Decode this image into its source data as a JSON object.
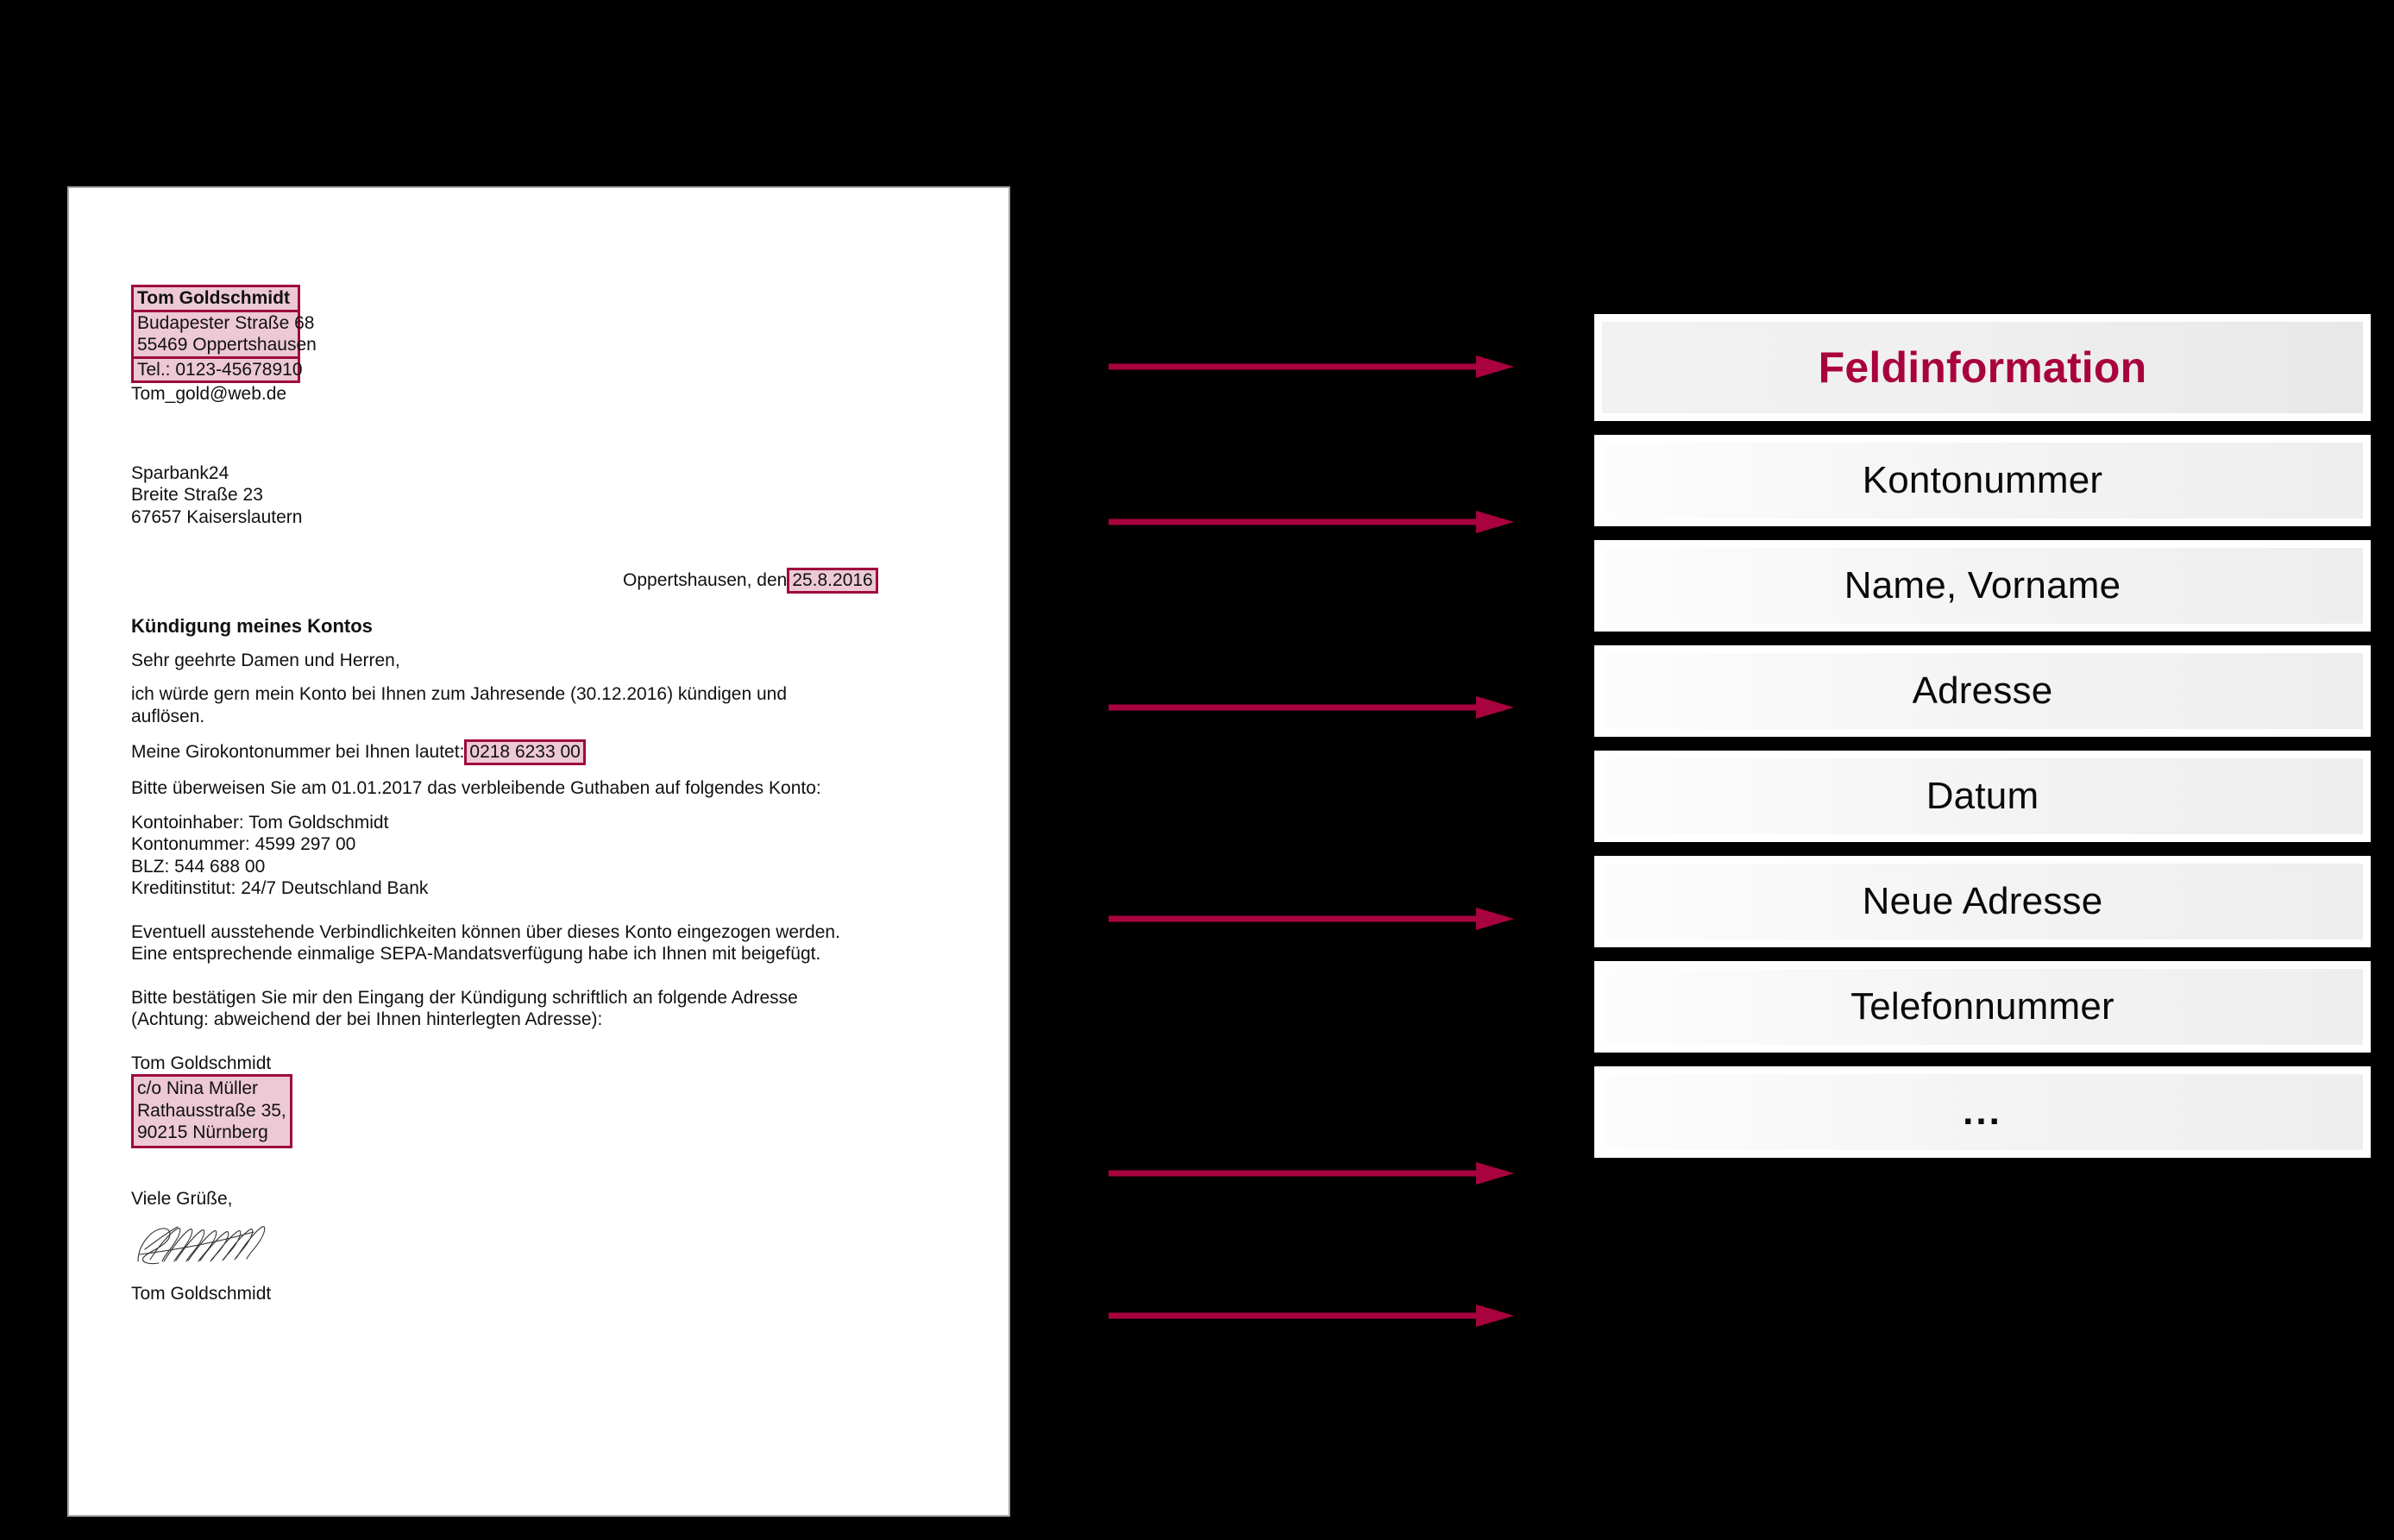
{
  "letter": {
    "sender": {
      "name": "Tom Goldschmidt",
      "street": "Budapester Straße 68",
      "city": "55469 Oppertshausen",
      "phone": "Tel.: 0123-45678910",
      "email": "Tom_gold@web.de"
    },
    "recipient": {
      "line1": "Sparbank24",
      "line2": "Breite Straße 23",
      "line3": "67657 Kaiserslautern"
    },
    "date": {
      "prefix": "Oppertshausen, den",
      "value": "25.8.2016"
    },
    "subject": "Kündigung meines Kontos",
    "salutation": "Sehr geehrte Damen und Herren,",
    "paragraph_1_line_1": "ich würde gern mein Konto bei Ihnen zum Jahresende (30.12.2016) kündigen und",
    "paragraph_1_line_2": "auflösen.",
    "account_line": {
      "prefix": "Meine Girokontonummer bei Ihnen lautet:",
      "value": "0218 6233 00"
    },
    "transfer_line": "Bitte überweisen Sie am 01.01.2017 das verbleibende Guthaben auf folgendes Konto:",
    "bank_details": [
      "Kontoinhaber: Tom Goldschmidt",
      "Kontonummer: 4599 297 00",
      "BLZ: 544 688 00",
      "Kreditinstitut: 24/7 Deutschland Bank"
    ],
    "sepa_line_1": "Eventuell ausstehende Verbindlichkeiten können über dieses Konto eingezogen werden.",
    "sepa_line_2": "Eine entsprechende einmalige SEPA-Mandatsverfügung habe ich Ihnen mit beigefügt.",
    "confirm_line_1": "Bitte bestätigen Sie mir den Eingang der Kündigung schriftlich an folgende Adresse",
    "confirm_line_2": "(Achtung: abweichend der bei Ihnen hinterlegten Adresse):",
    "new_address": {
      "name": "Tom Goldschmidt",
      "co": "c/o Nina Müller",
      "street": "Rathausstraße 35,",
      "city": "90215 Nürnberg"
    },
    "closing": "Viele Grüße,",
    "signature_name": "Tom Goldschmidt"
  },
  "field_panel": {
    "title": "Feldinformation",
    "items": [
      {
        "label": "Kontonummer"
      },
      {
        "label": "Name, Vorname"
      },
      {
        "label": "Adresse"
      },
      {
        "label": "Datum"
      },
      {
        "label": "Neue Adresse"
      },
      {
        "label": "Telefonnummer"
      },
      {
        "label": "..."
      }
    ]
  },
  "colors": {
    "accent": "#a8033e",
    "highlight_fill": "#edc8d5",
    "highlight_border": "#9e0b3d",
    "arrow": "#a8033e",
    "background": "#000000",
    "page": "#ffffff"
  },
  "arrows": {
    "count": 6
  }
}
